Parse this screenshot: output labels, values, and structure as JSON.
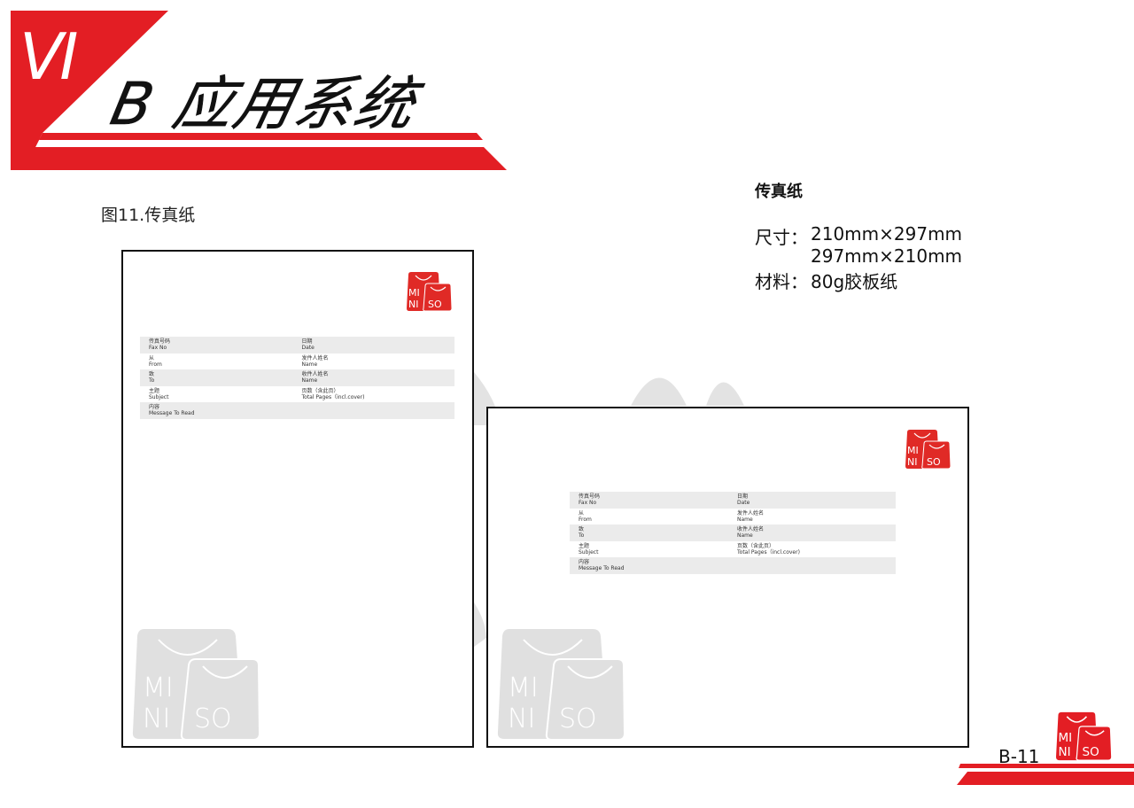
{
  "header": {
    "badge": "VI",
    "title": "B 应用系统",
    "accent_color": "#e31e24"
  },
  "caption": "图11.传真纸",
  "spec": {
    "title": "传真纸",
    "size_label": "尺寸：",
    "size_1": "210mm×297mm",
    "size_2": "297mm×210mm",
    "material_label": "材料：",
    "material_value": "80g胶板纸"
  },
  "fax_form": {
    "rows": [
      {
        "left_cn": "传真号码",
        "left_en": "Fax No",
        "right_cn": "日期",
        "right_en": "Date",
        "shaded": true
      },
      {
        "left_cn": "从",
        "left_en": "From",
        "right_cn": "发件人姓名",
        "right_en": "Name",
        "shaded": false
      },
      {
        "left_cn": "致",
        "left_en": "To",
        "right_cn": "收件人姓名",
        "right_en": "Name",
        "shaded": true
      },
      {
        "left_cn": "主题",
        "left_en": "Subject",
        "right_cn": "页数（含此页）",
        "right_en": "Total Pages（incl.cover)",
        "shaded": false
      },
      {
        "left_cn": "内容",
        "left_en": "Message To Read",
        "right_cn": "",
        "right_en": "",
        "shaded": true
      }
    ]
  },
  "logo": {
    "line1": "MI",
    "line2": "NI",
    "line3": "SO",
    "color": "#e02a26",
    "watermark_color": "#e0e0e0"
  },
  "footer": {
    "page_number": "B-11"
  }
}
